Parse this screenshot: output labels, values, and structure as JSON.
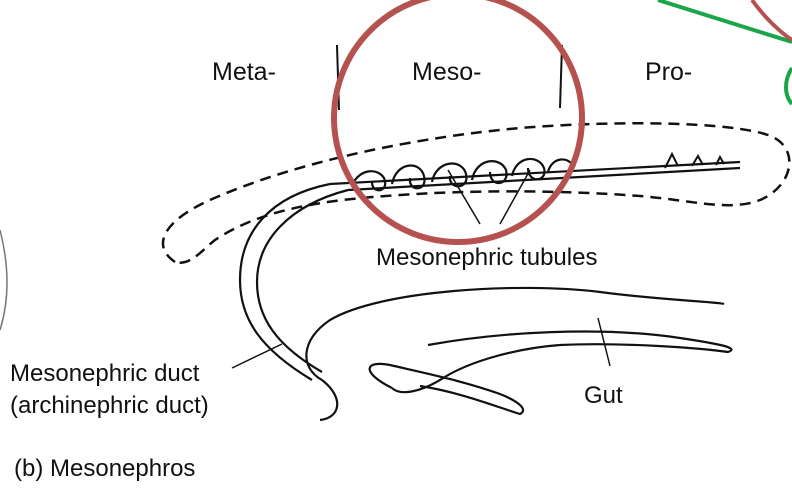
{
  "regions": {
    "meta": "Meta-",
    "meso": "Meso-",
    "pro": "Pro-"
  },
  "labels": {
    "tubules": "Mesonephric tubules",
    "duct_line1": "Mesonephric duct",
    "duct_line2": "(archinephric duct)",
    "gut": "Gut"
  },
  "caption": "(b) Mesonephros",
  "colors": {
    "ink": "#111111",
    "highlight_circle": "#b5524f",
    "green_annotation": "#1aa54a"
  }
}
